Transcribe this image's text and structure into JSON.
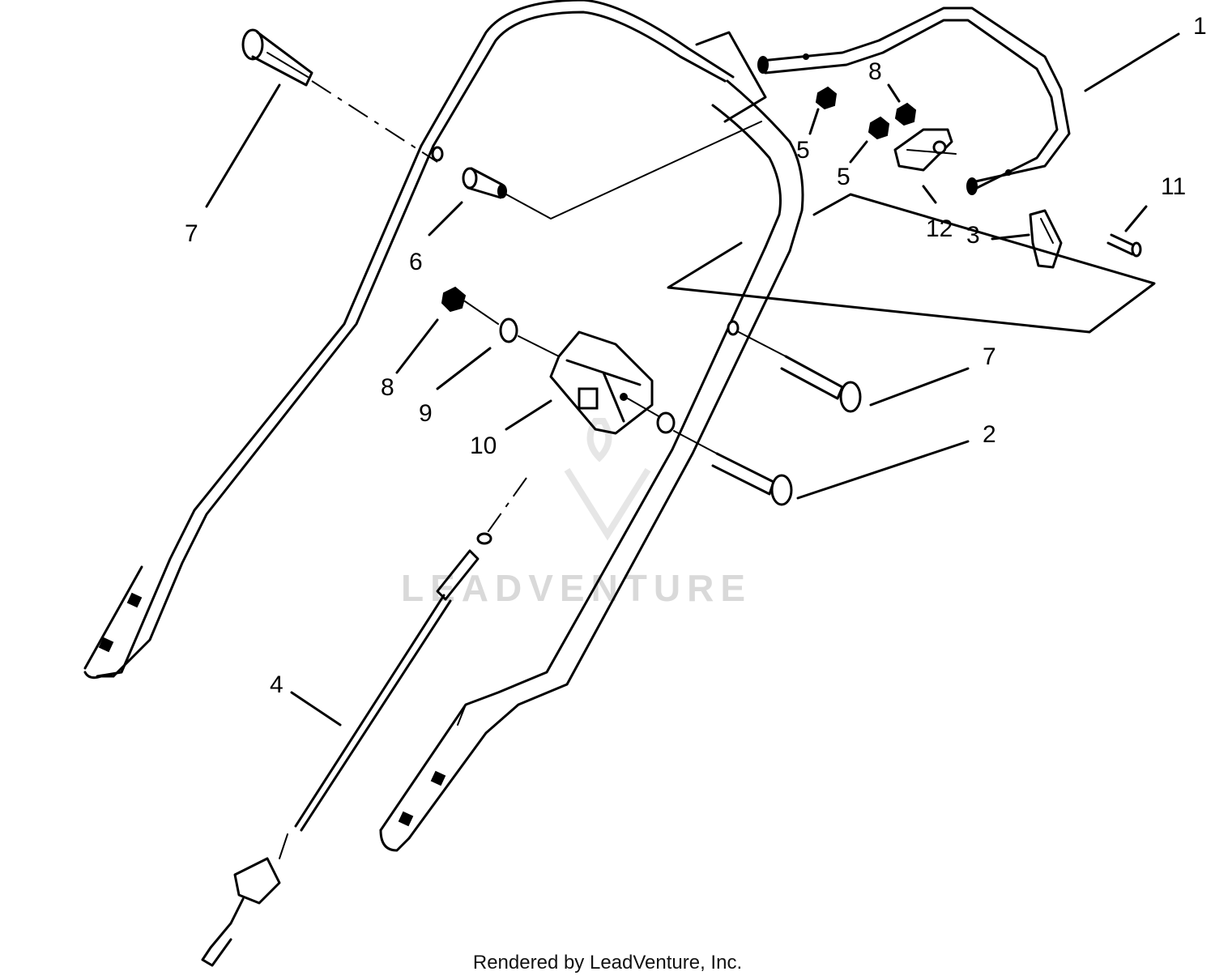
{
  "diagram": {
    "callouts": {
      "c1": "1",
      "c2": "2",
      "c3": "3",
      "c4": "4",
      "c5a": "5",
      "c5b": "5",
      "c6": "6",
      "c7a": "7",
      "c7b": "7",
      "c8a": "8",
      "c8b": "8",
      "c9": "9",
      "c10": "10",
      "c11": "11",
      "c12": "12"
    },
    "watermark": "LEADVENTURE"
  },
  "footer": {
    "credit": "Rendered by LeadVenture, Inc."
  }
}
